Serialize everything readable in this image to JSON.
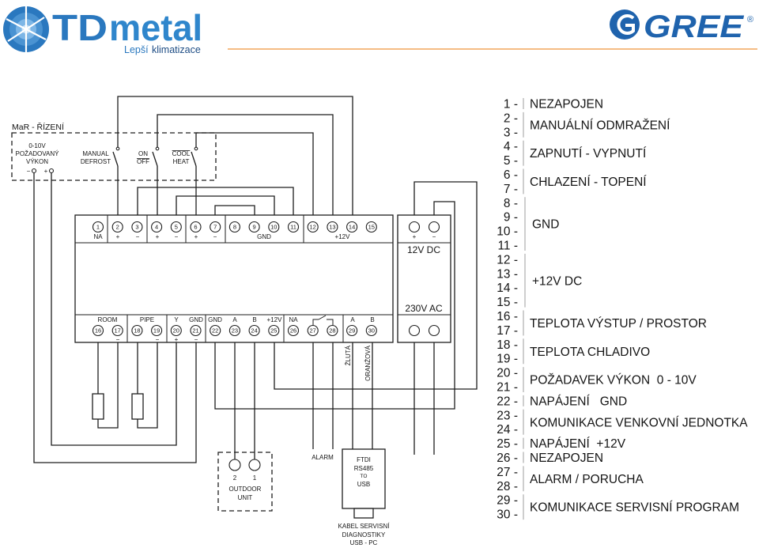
{
  "header": {
    "left_logo": {
      "name_bold": "TD",
      "name_light": "metal",
      "tagline_a": "Lepší",
      "tagline_b": "klimatizace"
    },
    "right_logo": {
      "name": "GREE",
      "registered": "®"
    }
  },
  "colors": {
    "tdmetal_blue": "#2a78bf",
    "tdmetal_navy": "#1d4c84",
    "gree_blue": "#1f63ad",
    "divider_orange": "#f2a55c",
    "wire": "#1e1e1e"
  },
  "control": {
    "title": "MaR - ŘÍZENÍ",
    "signal_lines": [
      "0-10V",
      "POŽADOVANÝ",
      "VÝKON"
    ],
    "signal_minus": "−",
    "signal_plus": "+",
    "switch_manual": [
      "MANUAL",
      "DEFROST"
    ],
    "switch_onoff": [
      "ON",
      "OFF"
    ],
    "switch_mode": [
      "COOL",
      "HEAT"
    ]
  },
  "controller": {
    "top_terminals": [
      "1",
      "2",
      "3",
      "4",
      "5",
      "6",
      "7",
      "8",
      "9",
      "10",
      "11",
      "12",
      "13",
      "14",
      "15"
    ],
    "top_labels": {
      "na": "NA",
      "t2": "+",
      "t3": "−",
      "t4": "+",
      "t5": "−",
      "t6": "+",
      "t7": "−",
      "gnd": "GND",
      "plus12": "+12V"
    },
    "bottom_terminals": [
      "16",
      "17",
      "18",
      "19",
      "20",
      "21",
      "22",
      "23",
      "24",
      "25",
      "26",
      "27",
      "28",
      "29",
      "30"
    ],
    "bottom_labels": {
      "room": "ROOM",
      "pipe": "PIPE",
      "y": "Y",
      "gnd21": "GND",
      "gnd22": "GND",
      "a23": "A",
      "b24": "B",
      "plus12": "+12V",
      "na": "NA",
      "a29": "A",
      "b30": "B"
    },
    "bottom_polarity": {
      "t17": "−",
      "t19": "−",
      "t20": "+",
      "t21": "−"
    }
  },
  "power": {
    "plus": "+",
    "minus": "−",
    "dc": "12V DC",
    "ac": "230V AC"
  },
  "wire_colors": {
    "t29": "ŽLUTÁ",
    "t30": "ORANŽOVÁ"
  },
  "outdoor_unit": {
    "pin_a": "2",
    "pin_b": "1",
    "lines": [
      "OUTDOOR",
      "UNIT"
    ]
  },
  "alarm": "ALARM",
  "ftdi": {
    "lines": [
      "FTDI",
      "RS485",
      "TO",
      "USB"
    ]
  },
  "service_cable": {
    "lines": [
      "KABEL SERVISNÍ",
      "DIAGNOSTIKY",
      "USB - PC"
    ]
  },
  "legend": {
    "numbers": [
      "1 -",
      "2 -",
      "3 -",
      "4 -",
      "5 -",
      "6 -",
      "7 -",
      "8 -",
      "9 -",
      "10 -",
      "11 -",
      "12 -",
      "13 -",
      "14 -",
      "15 -",
      "16 -",
      "17 -",
      "18 -",
      "19 -",
      "20 -",
      "21 -",
      "22 -",
      "23 -",
      "24 -",
      "25 -",
      "26 -",
      "27 -",
      "28 -",
      "29 -",
      "30 -"
    ],
    "descriptions": [
      "NEZAPOJEN",
      "MANUÁLNÍ ODMRAŽENÍ",
      "ZAPNUTÍ - VYPNUTÍ",
      "CHLAZENÍ - TOPENÍ",
      "GND",
      "+12V DC",
      "TEPLOTA VÝSTUP / PROSTOR",
      "TEPLOTA CHLADIVO",
      "POŽADAVEK VÝKON  0 - 10V",
      "NAPÁJENÍ   GND",
      "KOMUNIKACE VENKOVNÍ JEDNOTKA",
      "NAPÁJENÍ  +12V",
      "NEZAPOJEN",
      "ALARM / PORUCHA",
      "KOMUNIKACE SERVISNÍ PROGRAM"
    ]
  }
}
